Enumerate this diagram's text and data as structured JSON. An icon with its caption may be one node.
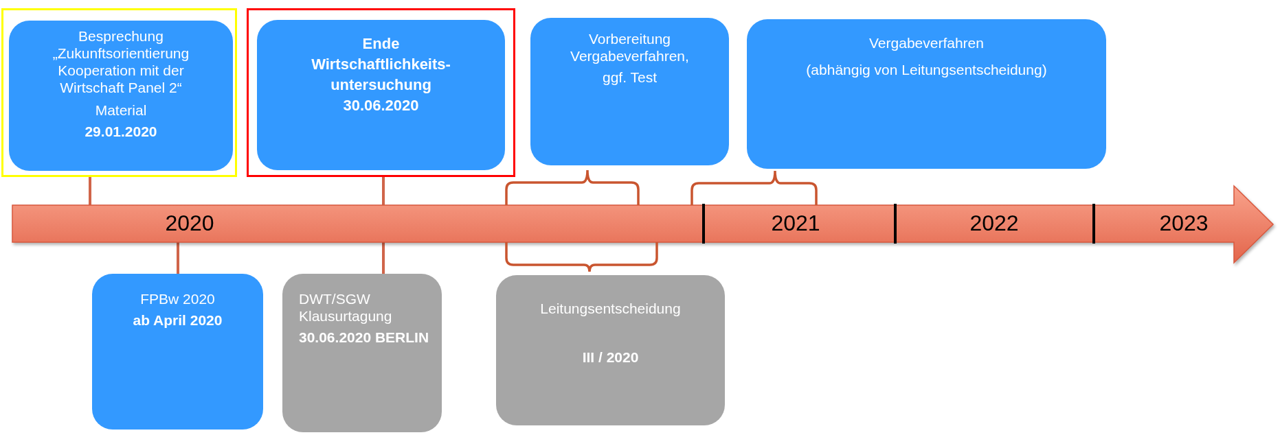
{
  "diagram": {
    "nodes": [
      {
        "text": [],
        "shape": "box"
      },
      {
        "text": [
          "Besprechung „Zukunftsorientierung Kooperation mit der Wirtschaft Panel 2“",
          "Material",
          "29.01.2020"
        ],
        "in": 0
      },
      {
        "text": [],
        "shape": "box"
      },
      {
        "text": [
          "Ende Wirtschaftlichkeits- untersuchung 30.06.2020"
        ],
        "in": 2
      },
      {
        "text": [
          "Vorbereitung Vergabeverfahren,",
          "ggf. Test"
        ]
      },
      {
        "text": [
          "Vergabeverfahren",
          "(abhängig von Leitungsentscheidung)"
        ]
      },
      {
        "text": [
          "2020",
          "2021",
          "2022",
          "2023"
        ]
      },
      {
        "text": [
          "FPBw 2020",
          "ab April 2020"
        ]
      },
      {
        "text": [
          "DWT/SGW Klausurtagung",
          "30.06.2020 BERLIN"
        ]
      },
      {
        "text": [
          "Leitungsentscheidung",
          "III / 2020"
        ]
      }
    ],
    "edges": [
      {
        "from": 0,
        "to": 6,
        "arrow": "none"
      },
      {
        "from": 2,
        "to": 6,
        "arrow": "none"
      },
      {
        "from": 6,
        "to": 7,
        "arrow": "none"
      },
      {
        "from": 6,
        "to": 8,
        "arrow": "none"
      }
    ]
  }
}
